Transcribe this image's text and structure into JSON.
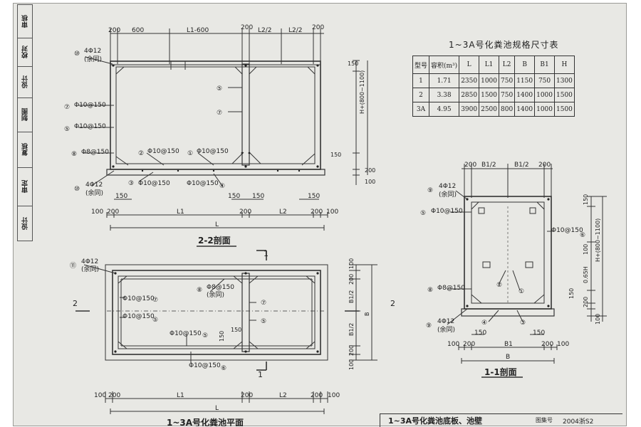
{
  "side_strip": [
    "审核",
    "校对",
    "设计",
    "制图",
    "复核",
    "审定",
    "设计"
  ],
  "section_22": {
    "title": "2-2剖面",
    "top_dims": [
      "200",
      "600",
      "L1-600",
      "200",
      "L2/2",
      "L2/2",
      "200"
    ],
    "callouts": [
      {
        "num": "⑩",
        "label": "4Φ12",
        "sub": "(余同)"
      },
      {
        "num": "⑦",
        "label": "Φ10@150"
      },
      {
        "num": "⑤",
        "label": "Φ10@150"
      },
      {
        "num": "⑧",
        "label": "Φ8@150"
      },
      {
        "num": "⑩",
        "label": "4Φ12",
        "sub": "(余同)"
      },
      {
        "num": "②",
        "label": "Φ10@150"
      },
      {
        "num": "①",
        "label": "Φ10@150"
      },
      {
        "num": "⑤",
        "label": ""
      },
      {
        "num": "⑦",
        "label": ""
      },
      {
        "num": "③",
        "label": "Φ10@150"
      },
      {
        "num": "④",
        "label": "Φ10@150"
      }
    ],
    "right_dims": [
      "150",
      "H+(800~1100)",
      "150",
      "200",
      "100"
    ],
    "bottom_dims": [
      "150",
      "150",
      "150",
      "150",
      "100",
      "200",
      "L1",
      "200",
      "L2",
      "200",
      "100",
      "L"
    ]
  },
  "section_11": {
    "title": "1-1剖面",
    "top_dims": [
      "200",
      "B1/2",
      "B1/2",
      "200"
    ],
    "callouts": [
      {
        "num": "⑨",
        "label": "4Φ12",
        "sub": "(余同)"
      },
      {
        "num": "⑤",
        "label": "Φ10@150"
      },
      {
        "num": "⑥",
        "label": "Φ10@150"
      },
      {
        "num": "⑧",
        "label": "Φ8@150"
      },
      {
        "num": "②",
        "label": ""
      },
      {
        "num": "①",
        "label": ""
      },
      {
        "num": "⑨",
        "label": "4Φ12",
        "sub": "(余同)"
      },
      {
        "num": "④",
        "label": ""
      },
      {
        "num": "③",
        "label": ""
      }
    ],
    "right_dims": [
      "150",
      "H+(800~1100)",
      "100",
      "0.65H",
      "150",
      "200",
      "100"
    ],
    "bottom_dims": [
      "150",
      "150",
      "100",
      "200",
      "B1",
      "200",
      "100",
      "B"
    ]
  },
  "plan": {
    "title": "1~3A号化粪池平面",
    "callouts": [
      {
        "num": "⑪",
        "label": "4Φ12",
        "sub": "(余同)"
      },
      {
        "num": "⑧",
        "label": "Φ8@150",
        "sub": "(余同)"
      },
      {
        "num": "⑦",
        "label": "Φ10@150"
      },
      {
        "num": "⑤",
        "label": "Φ10@150"
      },
      {
        "num": "⑦",
        "label": ""
      },
      {
        "num": "⑤",
        "label": ""
      },
      {
        "num": "⑤",
        "label": "Φ10@150"
      },
      {
        "num": "⑥",
        "label": "Φ10@150"
      }
    ],
    "inner_dims": [
      "150",
      "150"
    ],
    "section_marks": [
      "1",
      "1",
      "2",
      "2"
    ],
    "right_dims": [
      "100",
      "200",
      "B1/2",
      "B1/2",
      "200",
      "100",
      "B"
    ],
    "bottom_dims": [
      "100",
      "200",
      "L1",
      "200",
      "L2",
      "200",
      "100",
      "L"
    ]
  },
  "spec_table": {
    "title": "1~3A号化粪池规格尺寸表",
    "headers": [
      "型号",
      "容积(m³)",
      "L",
      "L1",
      "L2",
      "B",
      "B1",
      "H"
    ],
    "rows": [
      [
        "1",
        "1.71",
        "2350",
        "1000",
        "750",
        "1150",
        "750",
        "1300"
      ],
      [
        "2",
        "3.38",
        "2850",
        "1500",
        "750",
        "1400",
        "1000",
        "1500"
      ],
      [
        "3A",
        "4.95",
        "3900",
        "2500",
        "800",
        "1400",
        "1000",
        "1500"
      ]
    ]
  },
  "footer": {
    "title": "1~3A号化粪池底板、池壁",
    "atlas_label": "图集号",
    "atlas_no": "2004浙S2"
  }
}
